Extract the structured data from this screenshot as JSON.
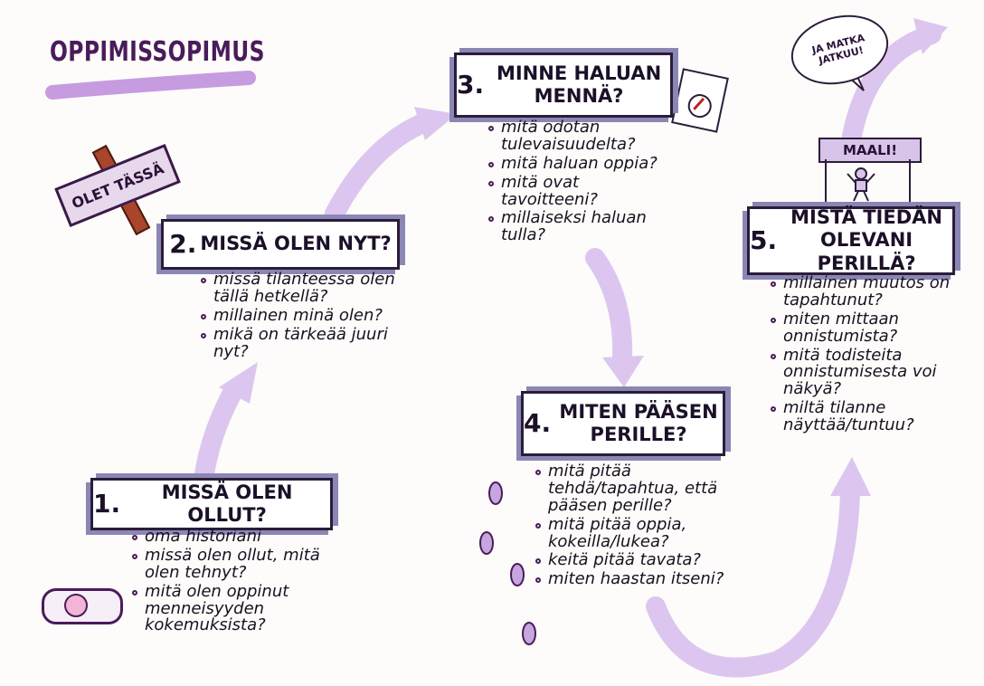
{
  "title": "OPPIMISSOPIMUS",
  "sign_text": "OLET TÄSSÄ",
  "bubble_text": "JA MATKA JATKUU!",
  "finish_label": "MAALI!",
  "steps": [
    {
      "number": "1.",
      "heading": "MISSÄ OLEN OLLUT?",
      "questions": [
        "oma historiani",
        "missä olen ollut, mitä olen tehnyt?",
        "mitä olen oppinut menneisyyden kokemuksista?"
      ]
    },
    {
      "number": "2.",
      "heading": "MISSÄ OLEN NYT?",
      "questions": [
        "missä tilanteessa olen tällä hetkellä?",
        "millainen minä olen?",
        "mikä on tärkeää juuri nyt?"
      ]
    },
    {
      "number": "3.",
      "heading": "MINNE HALUAN MENNÄ?",
      "questions": [
        "mitä odotan tulevaisuudelta?",
        "mitä haluan oppia?",
        "mitä ovat tavoitteeni?",
        "millaiseksi haluan tulla?"
      ]
    },
    {
      "number": "4.",
      "heading": "MITEN PÄÄSEN PERILLE?",
      "questions": [
        "mitä pitää tehdä/tapahtua, että pääsen perille?",
        "mitä pitää oppia, kokeilla/lukea?",
        "keitä pitää tavata?",
        "miten haastan itseni?"
      ]
    },
    {
      "number": "5.",
      "heading": "MISTÄ TIEDÄN OLEVANI PERILLÄ?",
      "questions": [
        "millainen muutos on tapahtunut?",
        "miten mittaan onnistumista?",
        "mitä todisteita onnistumisesta voi näkyä?",
        "miltä tilanne näyttää/tuntuu?"
      ]
    }
  ],
  "colors": {
    "arrow": "#dcc6f0",
    "box_shadow": "#8b87b5",
    "ink": "#1c1028",
    "title_underline": "#c79be0"
  }
}
